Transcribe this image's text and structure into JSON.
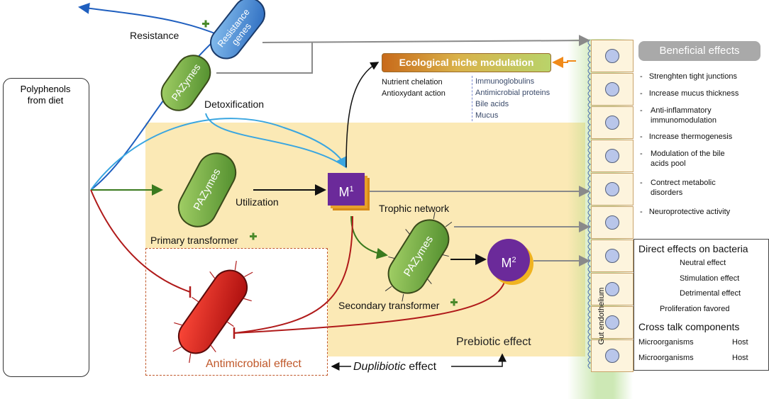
{
  "polyphenols": {
    "title": "Polyphenols\nfrom diet"
  },
  "labels": {
    "resistance": "Resistance",
    "resistance_genes": "Resistance genes",
    "pazymes": "PAZymes",
    "detoxification": "Detoxification",
    "utilization": "Utilization",
    "primary_transformer": "Primary transformer",
    "trophic_network": "Trophic  network",
    "secondary_transformer": "Secondary transformer",
    "antimicrobial_effect": "Antimicrobial effect",
    "prebiotic_effect": "Prebiotic effect",
    "duplibiotic_word": "Duplibiotic",
    "duplibiotic_suffix": " effect",
    "gut_endothelium": "Gut endothelium"
  },
  "metabolites": {
    "m1": "M",
    "m1_sup": "1",
    "m2": "M",
    "m2_sup": "2"
  },
  "niche": {
    "title": "Ecological niche modulation",
    "left": [
      "Nutrient chelation",
      "Antioxydant action"
    ],
    "right": [
      "Immunoglobulins",
      "Antimicrobial proteins",
      "Bile acids",
      "Mucus"
    ]
  },
  "beneficial": {
    "title": "Beneficial effects",
    "items": [
      "Strenghten tight junctions",
      "Increase mucus thickness",
      "Anti-inflammatory immunomodulation",
      "Increase thermogenesis",
      "Modulation of the bile acids pool",
      "Contrect metabolic disorders",
      "Neuroprotective activity"
    ]
  },
  "legend": {
    "direct_title": "Direct effects on bacteria",
    "neutral": "Neutral effect",
    "stimulation": "Stimulation effect",
    "detrimental": "Detrimental effect",
    "proliferation": "Proliferation favored",
    "cross_title": "Cross talk components",
    "micro1": "Microorganisms",
    "host1": "Host",
    "micro2": "Microorganisms",
    "host2": "Host"
  },
  "colors": {
    "neutral": "#3aa6e0",
    "stimulation": "#3a7a1e",
    "detrimental": "#b01a1a",
    "proliferation": "#4a8a2a",
    "crosstalk_grey": "#8a8a8a",
    "crosstalk_orange": "#f08a1a",
    "resistance_blue": "#1f5fbf"
  }
}
